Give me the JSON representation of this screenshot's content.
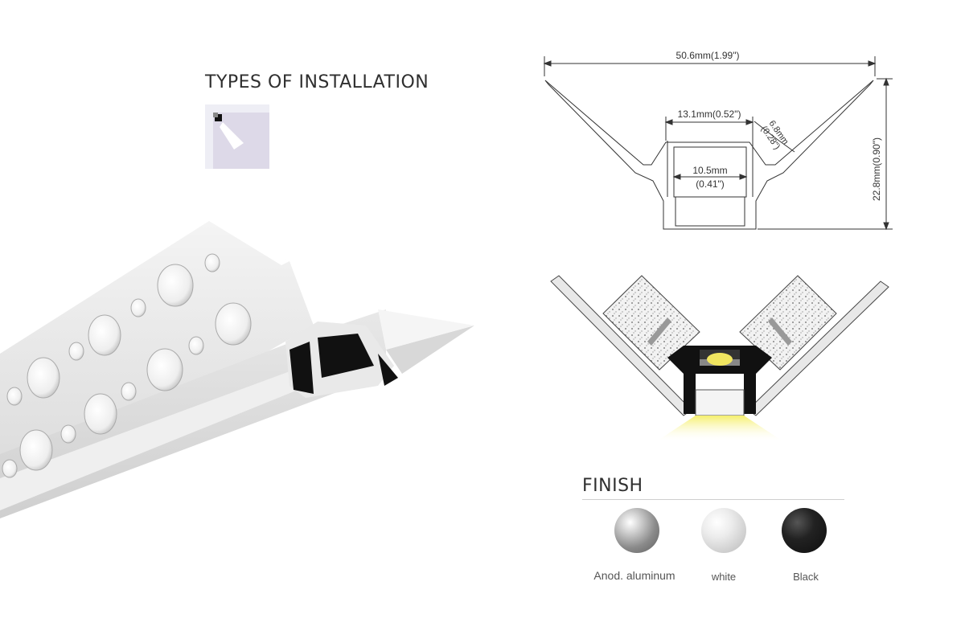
{
  "installation": {
    "title": "TYPES OF INSTALLATION",
    "icon": "wall-corner-light-icon"
  },
  "profile_photo": {
    "icon": "aluminum-corner-profile-image"
  },
  "dimensions": {
    "overall_width": "50.6mm(1.99\")",
    "channel_width": "13.1mm(0.52\")",
    "inner_width_mm": "10.5mm",
    "inner_width_in": "(0.41\")",
    "flange_mm": "6.8mm",
    "flange_in": "(0.28\")",
    "height": "22.8mm(0.90\")"
  },
  "install_diagram": {
    "icon": "corner-installation-section"
  },
  "finish": {
    "title": "FINISH",
    "options": [
      {
        "label": "Anod. aluminum",
        "color": "#9a9a9a"
      },
      {
        "label": "white",
        "color": "#dadada"
      },
      {
        "label": "Black",
        "color": "#1a1a1a"
      }
    ]
  }
}
